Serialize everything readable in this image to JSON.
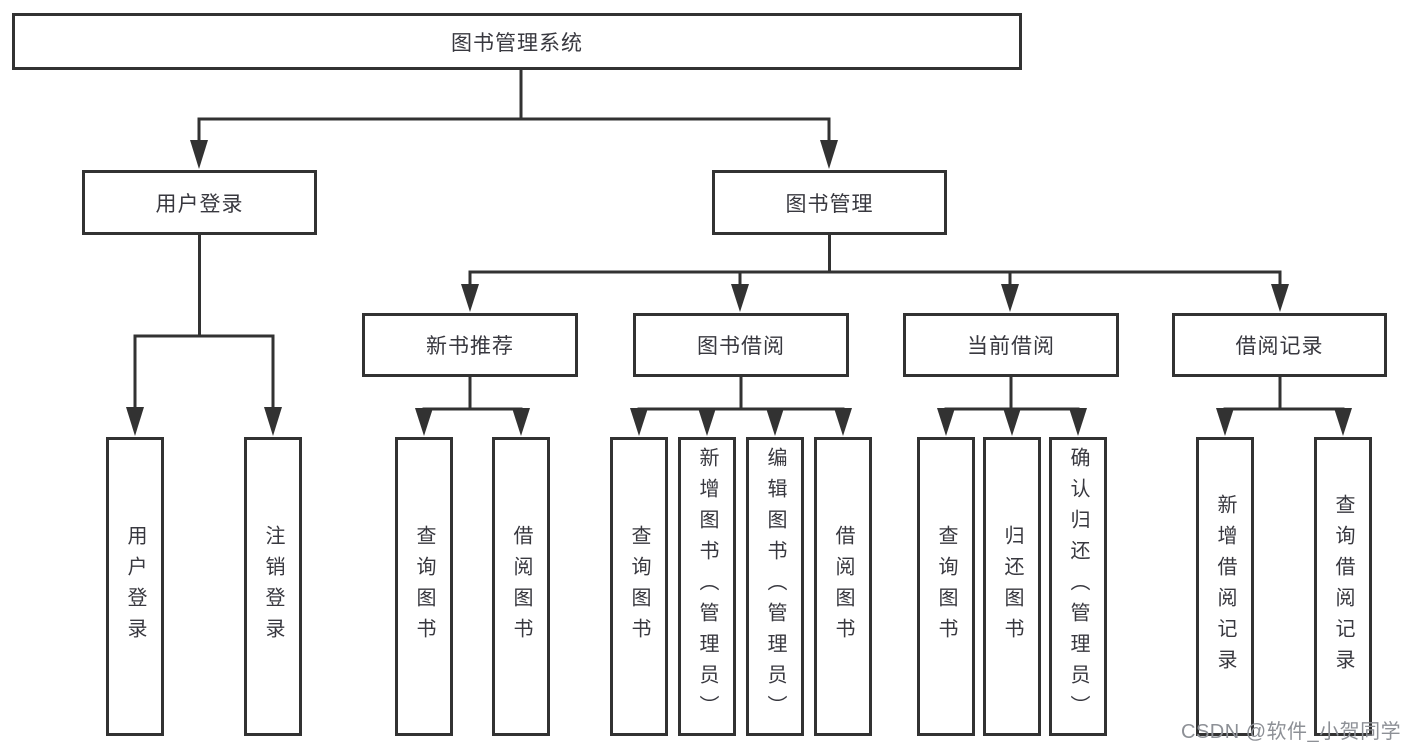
{
  "diagram": {
    "type": "tree",
    "title": "图书管理系统",
    "colors": {
      "line": "#323232",
      "box_border": "#323232",
      "box_fill": "#ffffff",
      "text": "#38383f",
      "background": "#ffffff"
    },
    "nodes": {
      "root": "图书管理系统",
      "user_login": "用户登录",
      "book_management": "图书管理",
      "new_book_recommend": "新书推荐",
      "book_borrow": "图书借阅",
      "current_borrow": "当前借阅",
      "borrow_record": "借阅记录",
      "leaves": [
        "用户登录",
        "注销登录",
        "查询图书",
        "借阅图书",
        "查询图书",
        "新增图书（管理员）",
        "编辑图书（管理员）",
        "借阅图书",
        "查询图书",
        "归还图书",
        "确认归还（管理员）",
        "新增借阅记录",
        "查询借阅记录"
      ]
    },
    "hierarchy": {
      "图书管理系统": {
        "用户登录": [
          "用户登录",
          "注销登录"
        ],
        "图书管理": {
          "新书推荐": [
            "查询图书",
            "借阅图书"
          ],
          "图书借阅": [
            "查询图书",
            "新增图书（管理员）",
            "编辑图书（管理员）",
            "借阅图书"
          ],
          "当前借阅": [
            "查询图书",
            "归还图书",
            "确认归还（管理员）"
          ],
          "借阅记录": [
            "新增借阅记录",
            "查询借阅记录"
          ]
        }
      }
    }
  },
  "watermark": {
    "text": "CSDN @软件_小贺同学",
    "color": "#8d9096"
  }
}
